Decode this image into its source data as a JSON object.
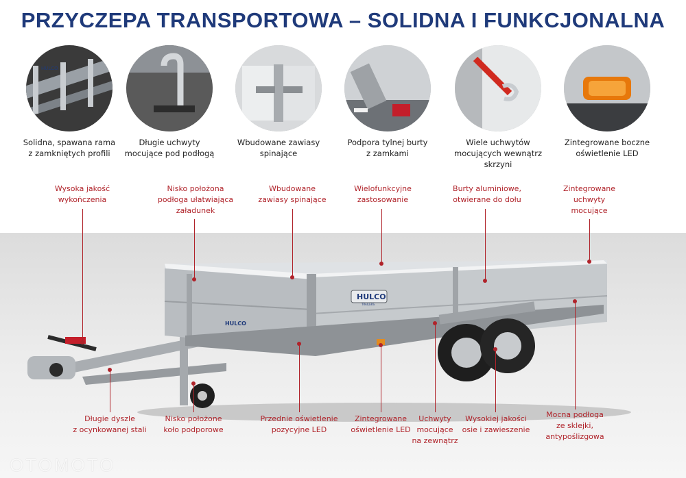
{
  "title": "PRZYCZEPA TRANSPORTOWA – SOLIDNA I FUNKCJONALNA",
  "features": [
    {
      "line1": "Solidna, spawana rama",
      "line2": "z zamkniętych profili"
    },
    {
      "line1": "Długie uchwyty",
      "line2": "mocujące pod podłogą"
    },
    {
      "line1": "Wbudowane zawiasy",
      "line2": "spinające"
    },
    {
      "line1": "Podpora tylnej burty",
      "line2": "z zamkami"
    },
    {
      "line1": "Wiele uchwytów",
      "line2": "mocujących wewnątrz skrzyni"
    },
    {
      "line1": "Zintegrowane boczne",
      "line2": "oświetlenie LED"
    }
  ],
  "top_callouts": [
    {
      "line1": "Wysoka jakość",
      "line2": "wykończenia",
      "line3": ""
    },
    {
      "line1": "Nisko położona",
      "line2": "podłoga ułatwiająca",
      "line3": "załadunek"
    },
    {
      "line1": "Wbudowane",
      "line2": "zawiasy spinające",
      "line3": ""
    },
    {
      "line1": "Wielofunkcyjne",
      "line2": "zastosowanie",
      "line3": ""
    },
    {
      "line1": "Burty aluminiowe,",
      "line2": "otwierane do dołu",
      "line3": ""
    },
    {
      "line1": "Zintegrowane",
      "line2": "uchwyty",
      "line3": "mocujące"
    }
  ],
  "bottom_callouts": [
    {
      "line1": "Długie dyszle",
      "line2": "z ocynkowanej stali",
      "line3": ""
    },
    {
      "line1": "Nisko położone",
      "line2": "koło podporowe",
      "line3": ""
    },
    {
      "line1": "Przednie oświetlenie",
      "line2": "pozycyjne LED",
      "line3": ""
    },
    {
      "line1": "Zintegrowane",
      "line2": "oświetlenie LED",
      "line3": ""
    },
    {
      "line1": "Uchwyty",
      "line2": "mocujące",
      "line3": "na zewnątrz"
    },
    {
      "line1": "Wysokiej jakości",
      "line2": "osie i zawieszenie",
      "line3": ""
    },
    {
      "line1": "Mocna podłoga",
      "line2": "ze sklejki,",
      "line3": "antypoślizgowa"
    }
  ],
  "brand": {
    "logo": "HULCO",
    "sub": "TRAILERS"
  },
  "watermark": "OTOMOTO",
  "colors": {
    "title": "#1f3a7a",
    "callout": "#b0232a"
  }
}
